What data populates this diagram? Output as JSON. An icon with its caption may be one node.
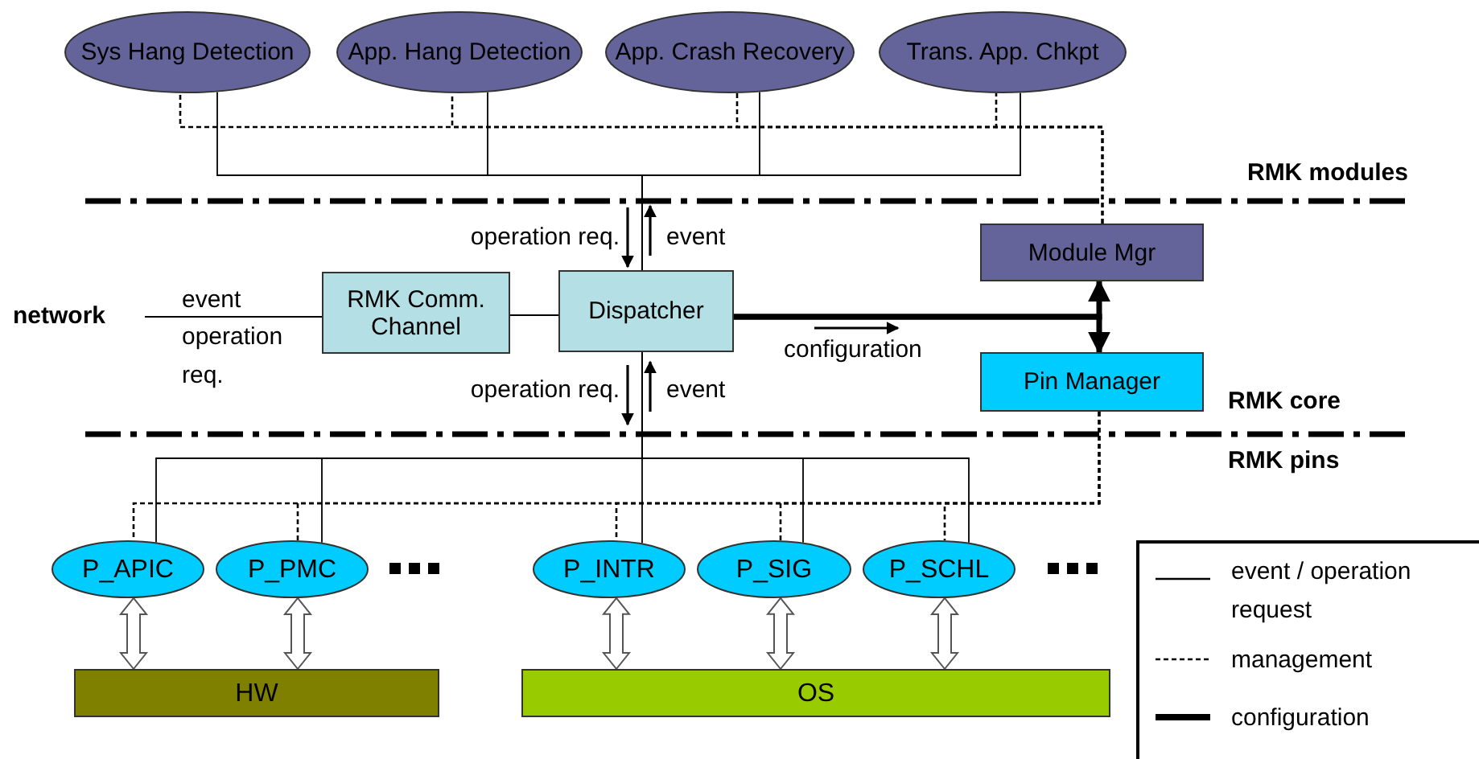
{
  "diagram": {
    "nodes": [
      {
        "text": [
          "Sys Hang Detection"
        ]
      },
      {
        "text": [
          "App. Hang Detection"
        ]
      },
      {
        "text": [
          "App. Crash Recovery"
        ]
      },
      {
        "text": [
          "Trans. App. Chkpt"
        ]
      },
      {
        "text": [
          "network"
        ]
      },
      {
        "text": [
          "RMK Comm. Channel"
        ]
      },
      {
        "text": [
          "Dispatcher"
        ]
      },
      {
        "text": [
          "Module Mgr"
        ]
      },
      {
        "text": [
          "Pin Manager"
        ]
      },
      {
        "text": [
          "P_APIC"
        ]
      },
      {
        "text": [
          "P_PMC"
        ]
      },
      {
        "text": [
          "P_INTR"
        ]
      },
      {
        "text": [
          "P_SIG"
        ]
      },
      {
        "text": [
          "P_SCHL"
        ]
      },
      {
        "text": [
          "HW"
        ]
      },
      {
        "text": [
          "OS"
        ]
      }
    ],
    "edges": [
      {
        "from": 6,
        "to": 0,
        "arrow": "none"
      },
      {
        "from": 6,
        "to": 1,
        "arrow": "none"
      },
      {
        "from": 6,
        "to": 2,
        "arrow": "none"
      },
      {
        "from": 6,
        "to": 3,
        "arrow": "none"
      },
      {
        "from": 7,
        "to": 0,
        "arrow": "none",
        "style": "dashed"
      },
      {
        "from": 7,
        "to": 1,
        "arrow": "none",
        "style": "dashed"
      },
      {
        "from": 7,
        "to": 2,
        "arrow": "none",
        "style": "dashed"
      },
      {
        "from": 7,
        "to": 3,
        "arrow": "none",
        "style": "dashed"
      },
      {
        "from": 4,
        "to": 5,
        "arrow": "none"
      },
      {
        "from": 5,
        "to": 6,
        "arrow": "none"
      },
      {
        "from": 6,
        "to": 7,
        "arrow": "to",
        "style": "thick"
      },
      {
        "from": 6,
        "to": 8,
        "arrow": "to",
        "style": "thick"
      },
      {
        "from": 8,
        "to": 9,
        "arrow": "none",
        "style": "dashed"
      },
      {
        "from": 8,
        "to": 10,
        "arrow": "none",
        "style": "dashed"
      },
      {
        "from": 8,
        "to": 11,
        "arrow": "none",
        "style": "dashed"
      },
      {
        "from": 8,
        "to": 12,
        "arrow": "none",
        "style": "dashed"
      },
      {
        "from": 8,
        "to": 13,
        "arrow": "none",
        "style": "dashed"
      },
      {
        "from": 6,
        "to": 9,
        "arrow": "none"
      },
      {
        "from": 6,
        "to": 10,
        "arrow": "none"
      },
      {
        "from": 6,
        "to": 11,
        "arrow": "none"
      },
      {
        "from": 6,
        "to": 12,
        "arrow": "none"
      },
      {
        "from": 6,
        "to": 13,
        "arrow": "none"
      },
      {
        "from": 9,
        "to": 14,
        "arrow": "both"
      },
      {
        "from": 10,
        "to": 14,
        "arrow": "both"
      },
      {
        "from": 11,
        "to": 15,
        "arrow": "both"
      },
      {
        "from": 12,
        "to": 15,
        "arrow": "both"
      },
      {
        "from": 13,
        "to": 15,
        "arrow": "both"
      }
    ],
    "labels": [
      "RMK modules",
      "operation req.",
      "event",
      "event",
      "operation req.",
      "configuration",
      "operation req.",
      "event",
      "RMK core",
      "RMK pins"
    ],
    "legend": [
      {
        "text": "event / operation request"
      },
      {
        "text": "management"
      },
      {
        "text": "configuration"
      }
    ]
  }
}
